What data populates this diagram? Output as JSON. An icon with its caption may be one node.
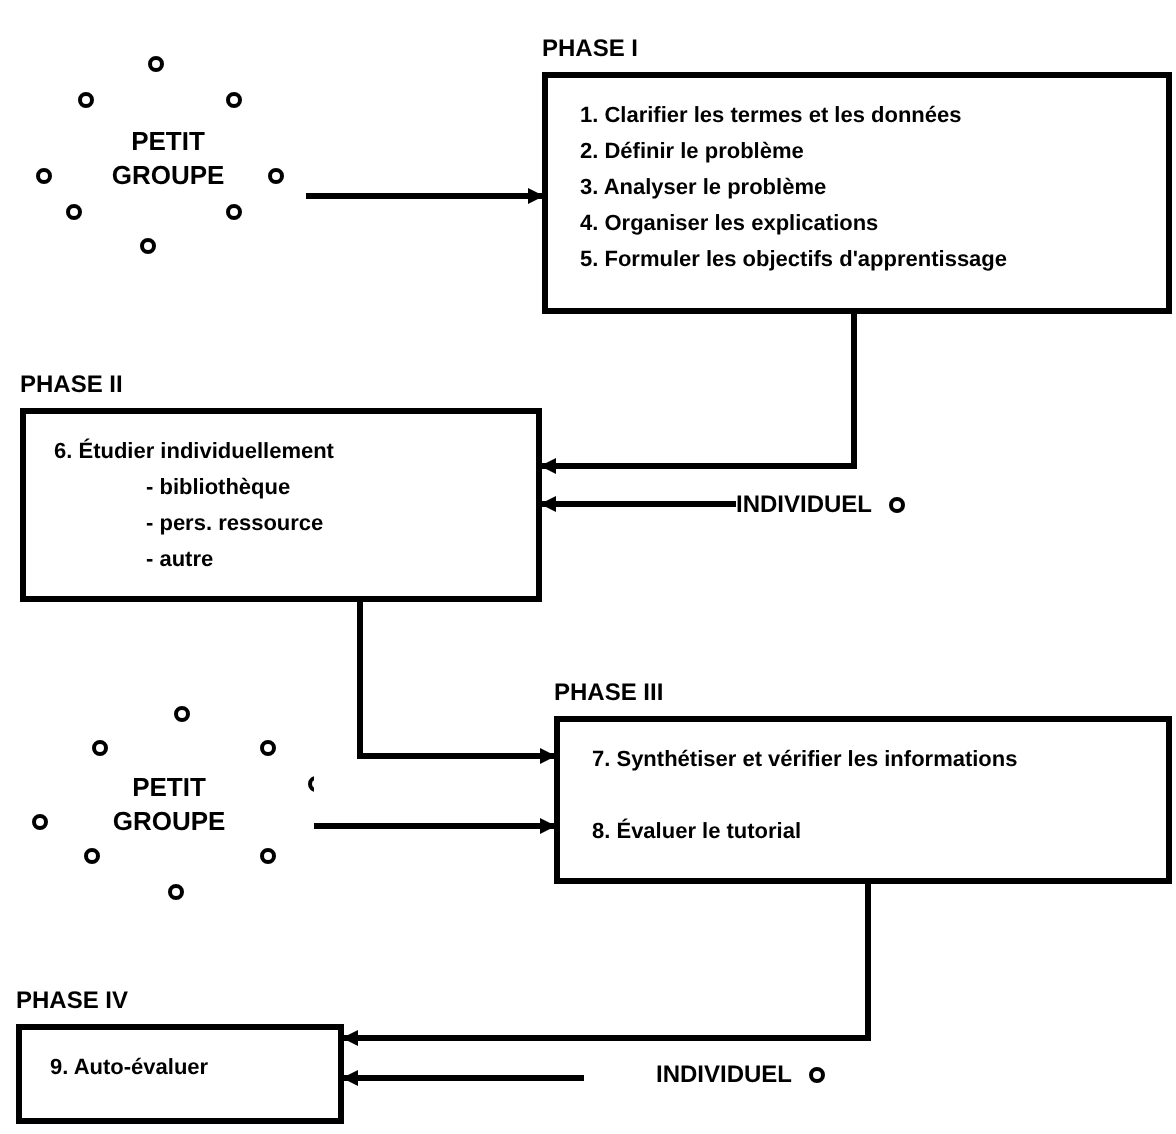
{
  "diagram": {
    "nodes": [
      {
        "text": [
          "PETIT GROUPE"
        ]
      },
      {
        "text": [
          "PHASE I",
          "1. Clarifier les termes et les données",
          "2. Définir le problème",
          "3. Analyser le problème",
          "4. Organiser les explications",
          "5. Formuler les objectifs d'apprentissage"
        ]
      },
      {
        "text": [
          "PHASE II",
          "6. Étudier individuellement",
          "- bibliothèque",
          "- pers. ressource",
          "- autre"
        ]
      },
      {
        "text": [
          "INDIVIDUEL"
        ]
      },
      {
        "text": [
          "PETIT GROUPE"
        ]
      },
      {
        "text": [
          "PHASE III",
          "7. Synthétiser et vérifier les informations",
          "8. Évaluer le tutorial"
        ]
      },
      {
        "text": [
          "PHASE IV",
          "9. Auto-évaluer"
        ]
      },
      {
        "text": [
          "INDIVIDUEL"
        ]
      }
    ],
    "edges": [
      {
        "from": 0,
        "to": 1,
        "arrow": "to"
      },
      {
        "from": 1,
        "to": 2,
        "arrow": "to"
      },
      {
        "from": 3,
        "to": 2,
        "arrow": "to"
      },
      {
        "from": 2,
        "to": 5,
        "arrow": "to"
      },
      {
        "from": 4,
        "to": 5,
        "arrow": "to"
      },
      {
        "from": 5,
        "to": 6,
        "arrow": "to"
      },
      {
        "from": 7,
        "to": 6,
        "arrow": "to"
      }
    ]
  }
}
